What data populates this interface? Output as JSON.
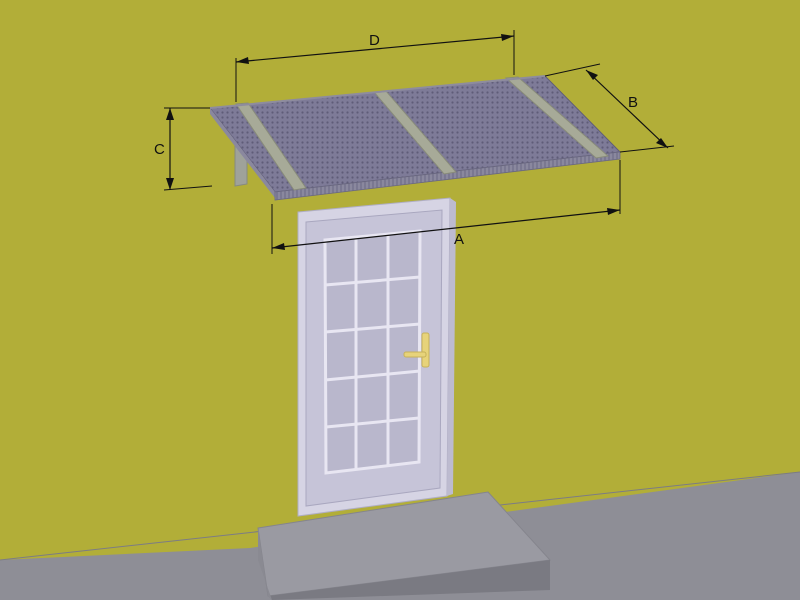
{
  "colors": {
    "wall": "#b2ae38",
    "ground": "#8e8e96",
    "step_top": "#9a9aa2",
    "step_front": "#7a7a82",
    "door_frame": "#d6d4e4",
    "door_leaf": "#c6c4d8",
    "glass": "#b9b7cc",
    "muntin": "#e8e6f2",
    "handle": "#e7d37a",
    "canopy_panel": "#7e7b98",
    "canopy_rail": "#a7aa98",
    "canopy_edge": "#6a6880"
  },
  "dimensions": {
    "a": "A",
    "b": "B",
    "c": "C",
    "d": "D"
  }
}
